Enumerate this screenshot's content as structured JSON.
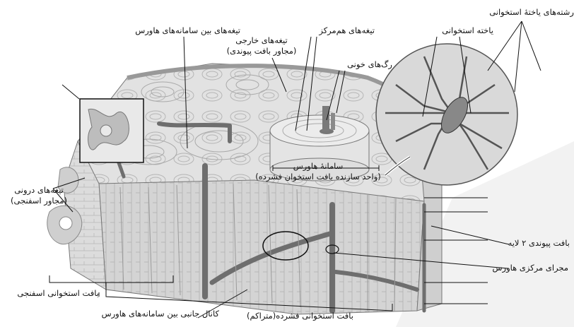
{
  "labels": {
    "cell_processes": "رشته‌های یاختهٔ استخوانی",
    "bone_cell": "یاخته استخوانی",
    "interstitial_lamellae": "تیغه‌های بین سامانه‌های هاورس",
    "outer_lamellae_1": "تیغه‌های خارجی",
    "outer_lamellae_2": "(مجاور بافت پیوندی)",
    "concentric_lamellae": "تیغه‌های هم‌مرکز",
    "blood_vessels": "رگ‌های خونی",
    "haversian_system_1": "سامانهٔ هاورس",
    "haversian_system_2": "(واحد سازنده بافت استخوان فشرده)",
    "inner_lamellae_1": "تیغه‌های درونی",
    "inner_lamellae_2": "(مجاور اسفنجی)",
    "connective_tissue": "بافت پیوندی ۲ لایه",
    "haversian_canal": "مجرای مرکزی هاورس",
    "spongy_bone": "بافت استخوانی اسفنجی",
    "lateral_canal": "کانال جانبی بین سامانه‌های هاورس",
    "compact_bone": "بافت استخوانی فشرده(متراکم)"
  },
  "colors": {
    "line": "#111111",
    "bone_light": "#e6e6e6",
    "bone_mid": "#cfcfcf",
    "bone_dark": "#9a9a9a",
    "vessel": "#6e6e6e"
  }
}
